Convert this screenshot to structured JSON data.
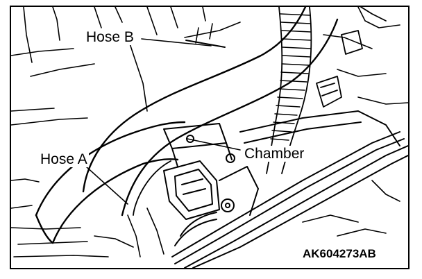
{
  "labels": {
    "hose_b": "Hose B",
    "hose_a": "Hose A",
    "chamber": "Chamber"
  },
  "figure_code": "AK604273AB",
  "colors": {
    "line": "#000000",
    "background": "#ffffff"
  }
}
